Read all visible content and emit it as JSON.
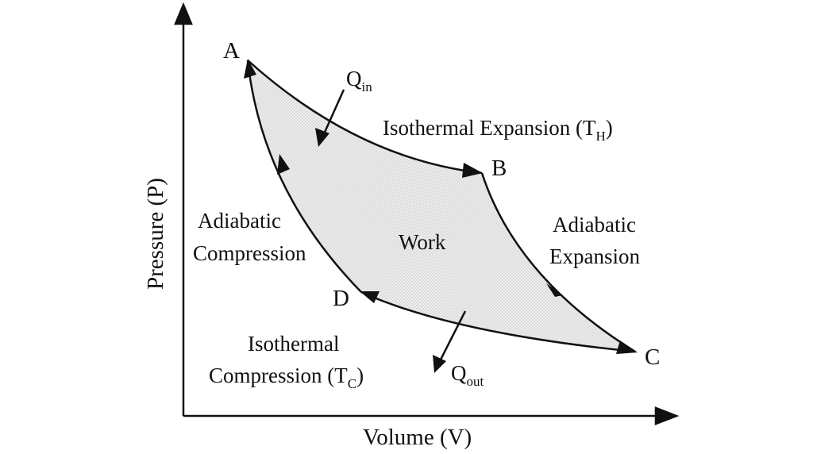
{
  "axes": {
    "x_label": "Volume (V)",
    "y_label": "Pressure (P)"
  },
  "points": {
    "a": "A",
    "b": "B",
    "c": "C",
    "d": "D"
  },
  "processes": {
    "isothermal_expansion": {
      "text": "Isothermal Expansion (T",
      "sub": "H",
      "close": ")"
    },
    "adiabatic_expansion": {
      "line1": "Adiabatic",
      "line2": "Expansion"
    },
    "isothermal_compression": {
      "line1": "Isothermal",
      "line2_text": "Compression (T",
      "sub": "C",
      "close": ")"
    },
    "adiabatic_compression": {
      "line1": "Adiabatic",
      "line2": "Compression"
    }
  },
  "heat": {
    "q_in": {
      "main": "Q",
      "sub": "in"
    },
    "q_out": {
      "main": "Q",
      "sub": "out"
    }
  },
  "work_label": "Work",
  "colors": {
    "stroke": "#111111",
    "fill": "#e6e6e6"
  }
}
